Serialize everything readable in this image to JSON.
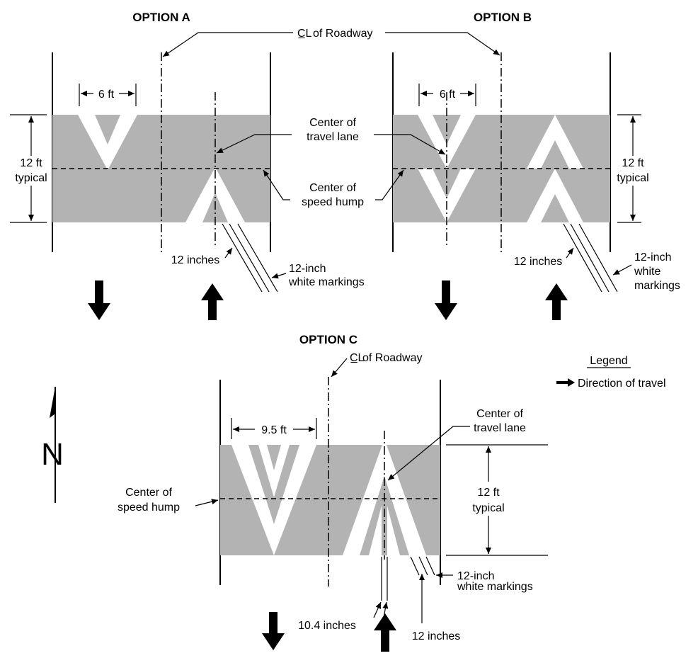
{
  "options": {
    "a": {
      "title": "OPTION A",
      "dim_width": "6 ft",
      "dim_height": [
        "12 ft",
        "typical"
      ],
      "center_travel_lane": [
        "Center of",
        "travel lane"
      ],
      "center_speed_hump": [
        "Center of",
        "speed hump"
      ],
      "spacing": "12 inches",
      "markings": [
        "12-inch",
        "white markings"
      ]
    },
    "b": {
      "title": "OPTION B",
      "dim_width": "6 ft",
      "dim_height": [
        "12 ft",
        "typical"
      ],
      "spacing": "12 inches",
      "markings": [
        "12-inch",
        "white",
        "markings"
      ]
    },
    "c": {
      "title": "OPTION C",
      "dim_width": "9.5 ft",
      "dim_height": [
        "12 ft",
        "typical"
      ],
      "center_travel_lane": [
        "Center of",
        "travel lane"
      ],
      "center_speed_hump": [
        "Center of",
        "speed hump"
      ],
      "gap": "10.4 inches",
      "spacing": "12 inches",
      "markings": [
        "12-inch",
        "white markings"
      ]
    }
  },
  "roadway_centerline": {
    "symbol": "C̲L",
    "text": "of Roadway"
  },
  "legend": {
    "title": "Legend",
    "item": "Direction of travel"
  },
  "north": "N",
  "colors": {
    "hump_fill": "#b3b3b3",
    "marking": "#ffffff",
    "line": "#000000"
  }
}
